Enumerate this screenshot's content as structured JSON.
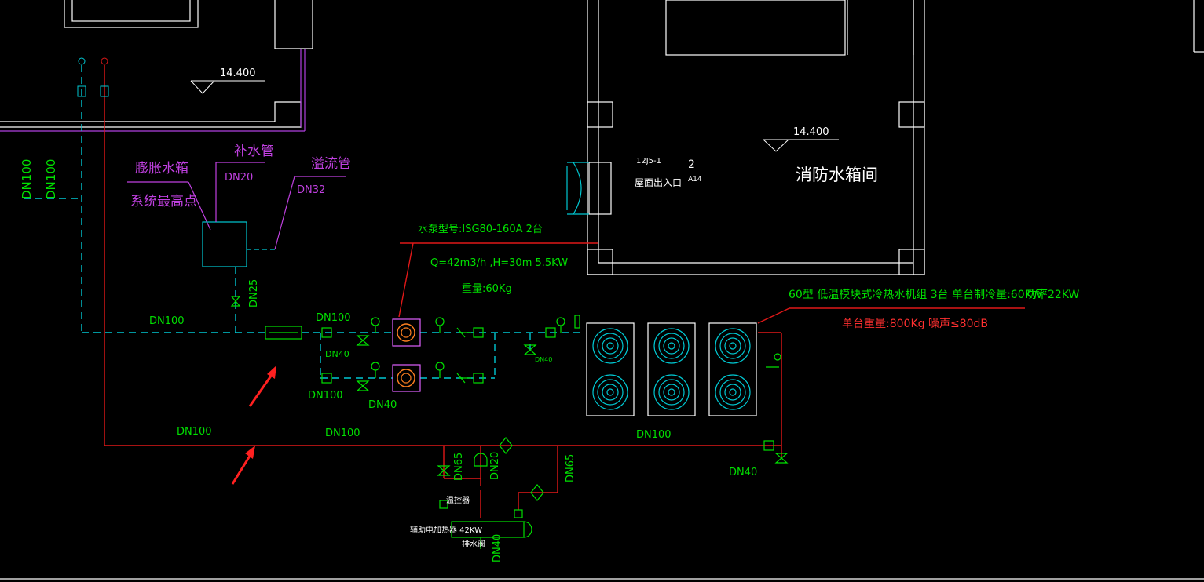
{
  "colors": {
    "background": "#000000",
    "return_pipe": "#00c8d2",
    "supply_pipe": "#e01818",
    "green_text": "#00e000",
    "purple": "#c040e0",
    "white": "#ffffff",
    "red_text": "#ff3030",
    "arrow": "#ff2020"
  },
  "levels": {
    "top_left": "14.400",
    "top_right": "14.400"
  },
  "room": {
    "name": "消防水箱间",
    "code": "12J5-1",
    "num": "2",
    "sub": "A14",
    "exit_label": "屋面出入口"
  },
  "labels": {
    "expansion_tank": "膨胀水箱",
    "system_top": "系统最高点",
    "makeup_pipe": "补水管",
    "overflow_pipe": "溢流管",
    "dn20_makeup": "DN20",
    "dn32_overflow": "DN32",
    "dn25": "DN25",
    "riser_dn_a": "DN100",
    "riser_dn_b": "DN100"
  },
  "pump": {
    "model": "水泵型号:ISG80-160A  2台",
    "params": "Q=42m3/h  ,H=30m  5.5KW",
    "weight": "重量:60Kg"
  },
  "unit": {
    "title": "60型 低温模块式冷热水机组 3台 单台制冷量:60KW",
    "power": "功率22KW",
    "weight_noise": "单台重量:800Kg   噪声≤80dB"
  },
  "dn": {
    "return_main_left": "DN100",
    "pump_header_top": "DN100",
    "bypass_dn40": "DN40",
    "pump_header_bottom": "DN100",
    "pump_dn40": "DN40",
    "small_dn40": "DN40",
    "supply_left": "DN100",
    "supply_mid": "DN100",
    "unit_dn100": "DN100",
    "right_dn40": "DN40",
    "dn65_a": "DN65",
    "dn20_b": "DN20",
    "dn65_b": "DN65",
    "dn40_bottom": "DN40"
  },
  "heater": {
    "aux_heater": "辅助电加热器 42KW",
    "thermo": "温控器",
    "drain": "排水阀"
  }
}
